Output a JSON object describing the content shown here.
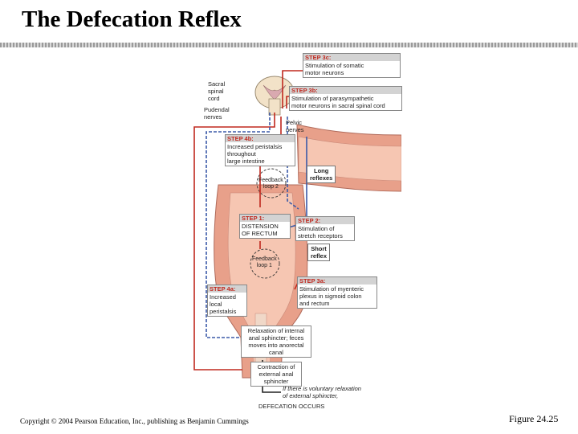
{
  "slide": {
    "title": "The Defecation Reflex",
    "copyright": "Copyright © 2004 Pearson Education, Inc., publishing as Benjamin Cummings",
    "figure_number": "Figure 24.25"
  },
  "diagram": {
    "sacral_label": "Sacral\nspinal\ncord",
    "pudendal_label": "Pudendal\nnerves",
    "pelvic_label": "Pelvic\nnerves",
    "step3c": {
      "head": "STEP 3c:",
      "body": "Stimulation of somatic\nmotor neurons"
    },
    "step3b": {
      "head": "STEP 3b:",
      "body": "Stimulation of parasympathetic\nmotor neurons in sacral spinal cord"
    },
    "step4b": {
      "head": "STEP 4b:",
      "body": "Increased peristalsis\nthroughout\nlarge intestine"
    },
    "long_reflexes": "Long\nreflexes",
    "feedback_loop2": "Feedback\nloop 2",
    "step1": {
      "head": "STEP 1:",
      "body": "DISTENSION\nOF RECTUM"
    },
    "step2": {
      "head": "STEP 2:",
      "body": "Stimulation of\nstretch receptors"
    },
    "short_reflex": "Short\nreflex",
    "feedback_loop1": "Feedback\nloop 1",
    "step4a": {
      "head": "STEP 4a:",
      "body": "Increased\nlocal\nperistalsis"
    },
    "step3a": {
      "head": "STEP 3a:",
      "body": "Stimulation of myenteric\nplexus in sigmoid colon\nand rectum"
    },
    "internal_sphincter": "Relaxation of internal\nanal sphincter; feces\nmoves into anorectal\ncanal",
    "external_sphincter": "Contraction of\nexternal anal\nsphincter",
    "voluntary_note": "If there is voluntary relaxation\nof external sphincter,",
    "defecation": "DEFECATION OCCURS"
  },
  "colors": {
    "nerve_red": "#c0281e",
    "nerve_blue": "#3b5aa8",
    "colon_wall": "#e8a08a",
    "colon_inner": "#f0b8a0",
    "lumen": "#f6c6b2",
    "step_header_bg": "#d3d3d3"
  }
}
